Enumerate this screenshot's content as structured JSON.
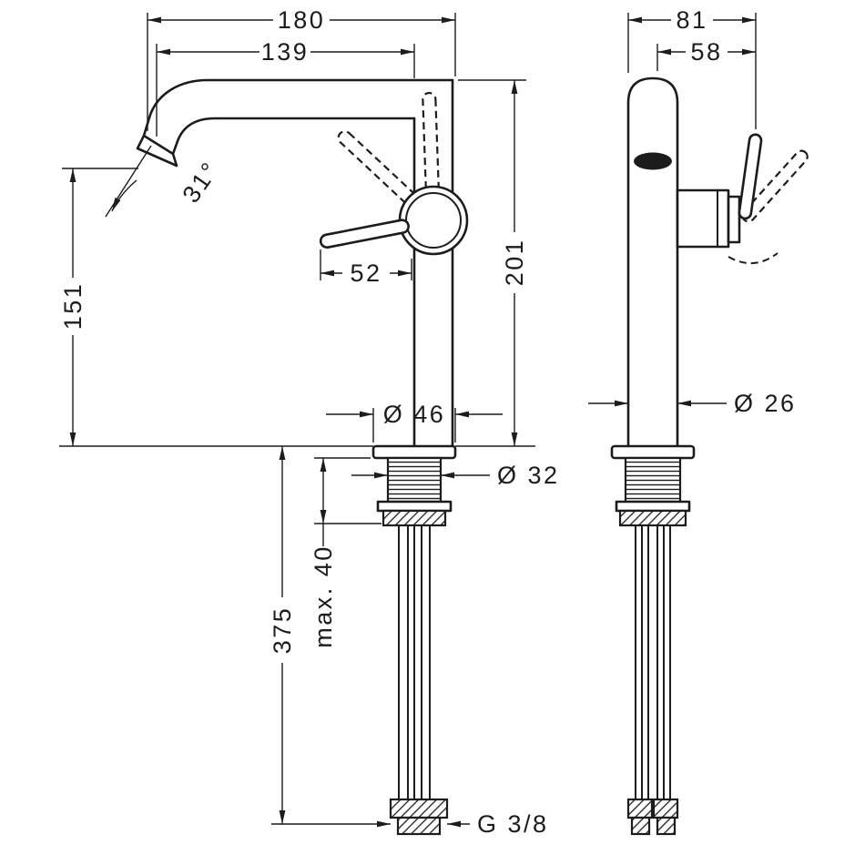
{
  "drawing": {
    "background_color": "#ffffff",
    "line_color": "#1c1c1c",
    "dimensions": {
      "total_projection": "180",
      "spout_reach": "139",
      "total_depth": "81",
      "handle_depth": "58",
      "spout_angle": "31°",
      "height_above_deck": "201",
      "handle_length": "52",
      "spout_height": "151",
      "base_plate_diameter": "Ø 46",
      "shank_diameter": "Ø 32",
      "body_diameter": "Ø 26",
      "max_deck_thickness": "max. 40",
      "hose_length_below_deck": "375",
      "connection_thread": "G 3/8"
    }
  }
}
